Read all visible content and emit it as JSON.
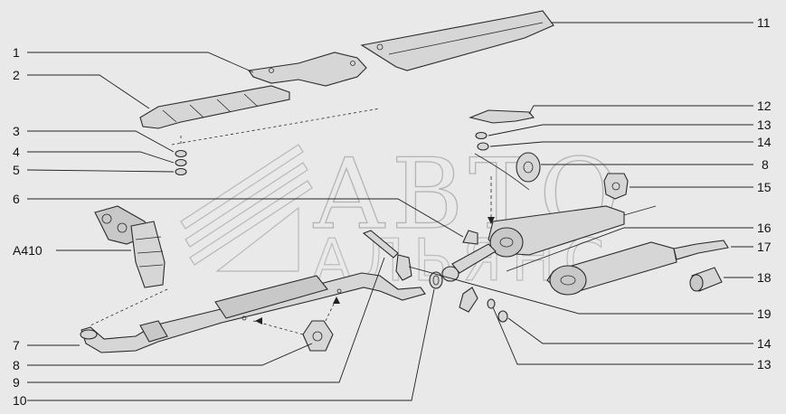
{
  "watermark": {
    "line1": "АВТО",
    "line2": "АЛЬЯНС"
  },
  "labels_left": [
    "1",
    "2",
    "3",
    "4",
    "5",
    "6",
    "A410",
    "7",
    "8",
    "9",
    "10"
  ],
  "labels_right": [
    "11",
    "12",
    "13",
    "14",
    "8",
    "15",
    "16",
    "17",
    "18",
    "19",
    "14",
    "13"
  ]
}
